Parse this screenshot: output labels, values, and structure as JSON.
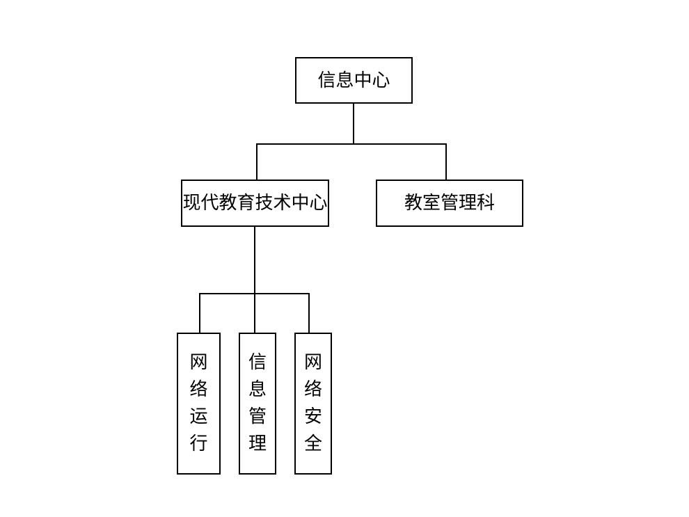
{
  "org_chart": {
    "root": {
      "label": "信息中心"
    },
    "level2": [
      {
        "label": "现代教育技术中心"
      },
      {
        "label": "教室管理科"
      }
    ],
    "level3": [
      {
        "label": "网络运行"
      },
      {
        "label": "信息管理"
      },
      {
        "label": "网络安全"
      }
    ]
  },
  "colors": {
    "line": "#000000",
    "box_border": "#000000",
    "background": "#ffffff"
  }
}
